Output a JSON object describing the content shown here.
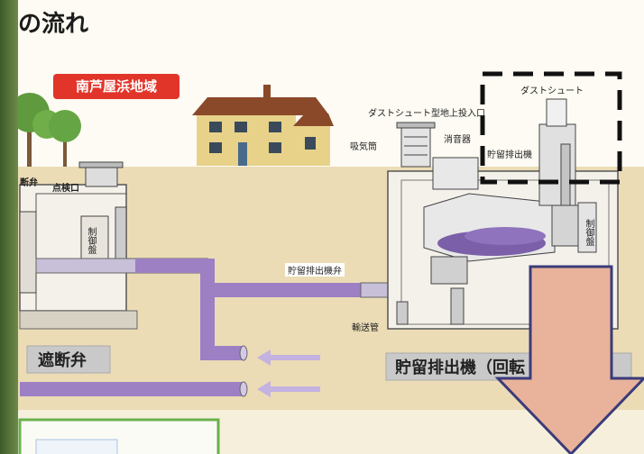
{
  "heading": "の流れ",
  "region_label": "南芦屋浜地域",
  "labels": {
    "dust_chute": "ダストシュート",
    "dust_chute_inlet": "ダストシュート型地上投入口",
    "intake_cylinder": "吸気筒",
    "silencer": "消音器",
    "storage_discharger": "貯留排出機",
    "control_panel_right": "制御盤",
    "storage_discharger_valve": "貯留排出機弁",
    "transport_pipe": "輸送管",
    "shutoff_valve_top": "断弁",
    "inspection_port": "点検口",
    "control_panel_left": "制御盤"
  },
  "captions": {
    "shutoff_valve": "遮断弁",
    "storage_discharger_box": "貯留排出機（回転"
  },
  "colors": {
    "ground": "#ebdcb6",
    "pipe": "#9d7fc4",
    "region_red": "#e2352a",
    "arrow_fill": "#e8b39a",
    "arrow_stroke": "#3b3b7a",
    "dashed": "#111111"
  }
}
